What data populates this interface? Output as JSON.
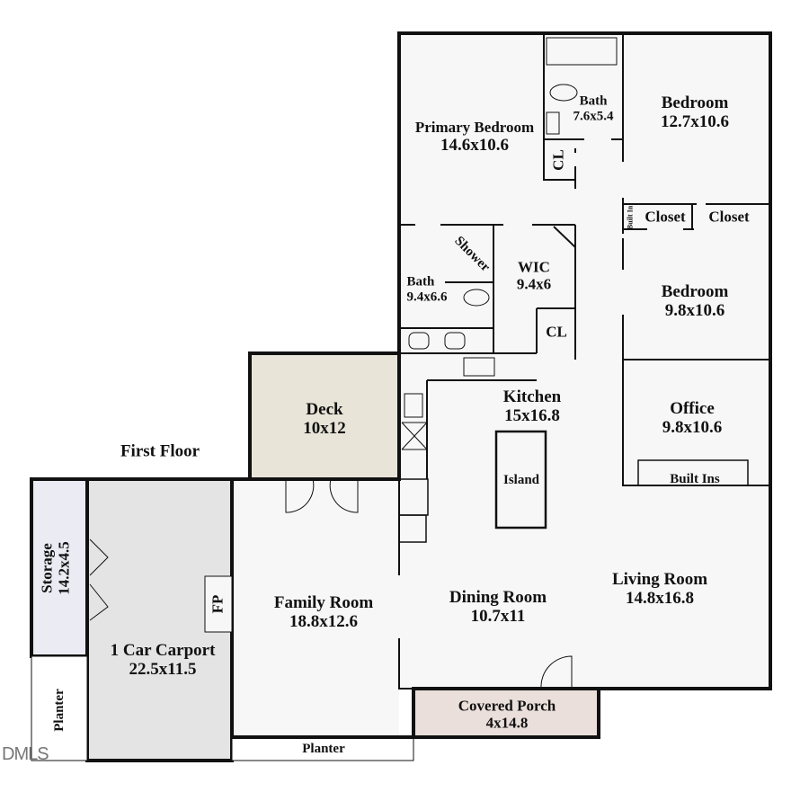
{
  "floor_label": "First Floor",
  "watermark": "DMLS",
  "colors": {
    "wall": "#111111",
    "interior": "#f7f7f7",
    "deck": "#e8e4d8",
    "carport": "#e4e4e4",
    "storage": "#ebebf3",
    "porch": "#eadfda"
  },
  "rooms": {
    "primary_bedroom": {
      "name": "Primary Bedroom",
      "size": "14.6x10.6"
    },
    "primary_bath": {
      "name": "Bath",
      "size": "7.6x5.4"
    },
    "bedroom_1": {
      "name": "Bedroom",
      "size": "12.7x10.6"
    },
    "bedroom_2": {
      "name": "Bedroom",
      "size": "9.8x10.6"
    },
    "office": {
      "name": "Office",
      "size": "9.8x10.6"
    },
    "office_built_ins": "Built Ins",
    "closet_1": "Closet",
    "closet_2": "Closet",
    "built_in_small": "Built In",
    "cl_1": "CL",
    "cl_2": "CL",
    "shower": "Shower",
    "hall_bath": {
      "name": "Bath",
      "size": "9.4x6.6"
    },
    "wic": {
      "name": "WIC",
      "size": "9.4x6"
    },
    "kitchen": {
      "name": "Kitchen",
      "size": "15x16.8"
    },
    "island": "Island",
    "deck": {
      "name": "Deck",
      "size": "10x12"
    },
    "family_room": {
      "name": "Family Room",
      "size": "18.8x12.6"
    },
    "dining_room": {
      "name": "Dining Room",
      "size": "10.7x11"
    },
    "living_room": {
      "name": "Living Room",
      "size": "14.8x16.8"
    },
    "fireplace": "FP",
    "storage": {
      "name": "Storage",
      "size": "14.2x4.5"
    },
    "carport": {
      "name": "1 Car Carport",
      "size": "22.5x11.5"
    },
    "covered_porch": {
      "name": "Covered Porch",
      "size": "4x14.8"
    },
    "planter_left": "Planter",
    "planter_bottom": "Planter"
  }
}
